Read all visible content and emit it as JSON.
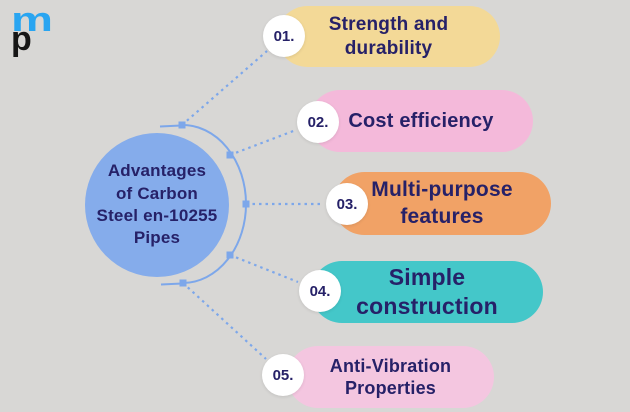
{
  "colors": {
    "background": "#d8d7d5",
    "connector": "#7da7ea",
    "hub_fill": "#85aceb",
    "text_navy": "#262168",
    "number_circle": "#ffffff",
    "logo_blue": "#29a5f1",
    "logo_black": "#161616"
  },
  "logo": {
    "top_letter": "m",
    "bottom_letter": "p"
  },
  "hub": {
    "lines": [
      "Advantages",
      "of Carbon",
      "Steel en-10255",
      "Pipes"
    ]
  },
  "items": [
    {
      "number": "01.",
      "label": "Strength and durability",
      "color": "#f3d997"
    },
    {
      "number": "02.",
      "label": "Cost efficiency",
      "color": "#f4b9da"
    },
    {
      "number": "03.",
      "label": "Multi-purpose features",
      "color": "#f1a266"
    },
    {
      "number": "04.",
      "label": "Simple construction",
      "color": "#44c7c9"
    },
    {
      "number": "05.",
      "label": "Anti-Vibration Properties",
      "color": "#f4c6e0"
    }
  ]
}
